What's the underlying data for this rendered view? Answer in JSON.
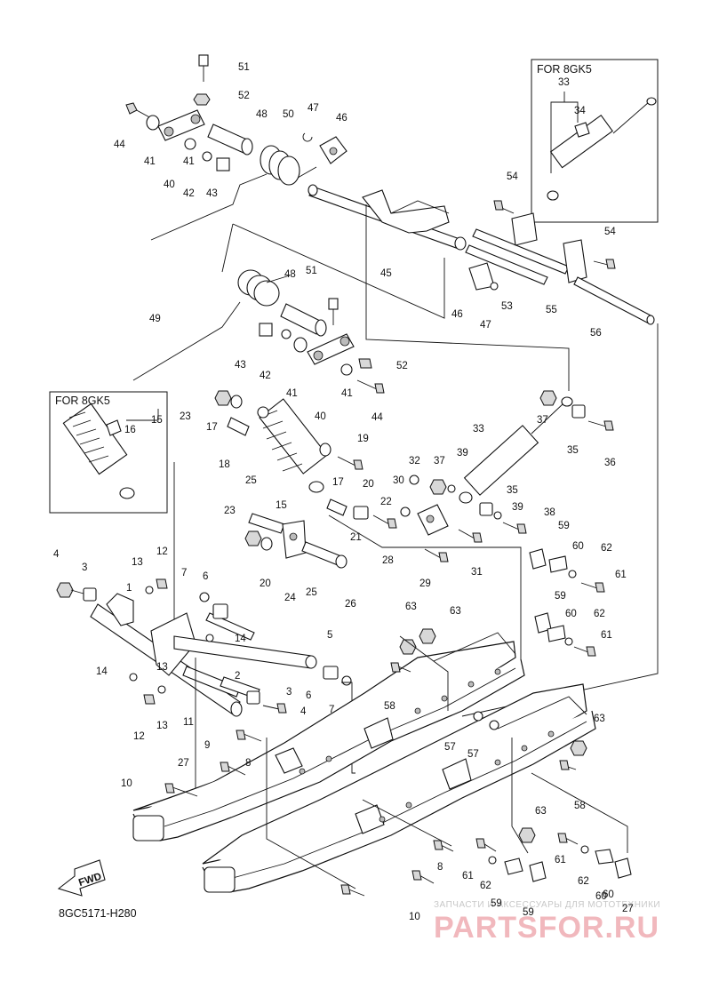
{
  "inset_labels": [
    "FOR 8GK5",
    "FOR 8GK5"
  ],
  "diagram_code": "8GC5171-H280",
  "fwd_label": "FWD",
  "watermark": {
    "top": "ЗАПЧАСТИ И АКСЕССУАРЫ ДЛЯ МОТОТЕХНИКИ",
    "brand": "PARTSFOR.RU"
  },
  "part_numbers": [
    "51",
    "52",
    "44",
    "48",
    "50",
    "47",
    "46",
    "41",
    "41",
    "40",
    "42",
    "43",
    "33",
    "34",
    "54",
    "54",
    "45",
    "46",
    "47",
    "53",
    "55",
    "56",
    "48",
    "51",
    "49",
    "43",
    "42",
    "41",
    "41",
    "40",
    "52",
    "44",
    "15",
    "16",
    "23",
    "17",
    "37",
    "33",
    "35",
    "36",
    "19",
    "18",
    "17",
    "32",
    "37",
    "39",
    "25",
    "20",
    "15",
    "30",
    "22",
    "23",
    "21",
    "35",
    "39",
    "38",
    "59",
    "60",
    "62",
    "61",
    "12",
    "13",
    "4",
    "3",
    "7",
    "6",
    "1",
    "20",
    "28",
    "24",
    "25",
    "26",
    "29",
    "31",
    "63",
    "63",
    "14",
    "13",
    "5",
    "59",
    "60",
    "62",
    "61",
    "14",
    "2",
    "3",
    "6",
    "7",
    "58",
    "12",
    "13",
    "11",
    "9",
    "4",
    "57",
    "57",
    "63",
    "27",
    "8",
    "58",
    "10",
    "63",
    "8",
    "61",
    "61",
    "62",
    "62",
    "60",
    "60",
    "59",
    "59",
    "27",
    "10"
  ]
}
